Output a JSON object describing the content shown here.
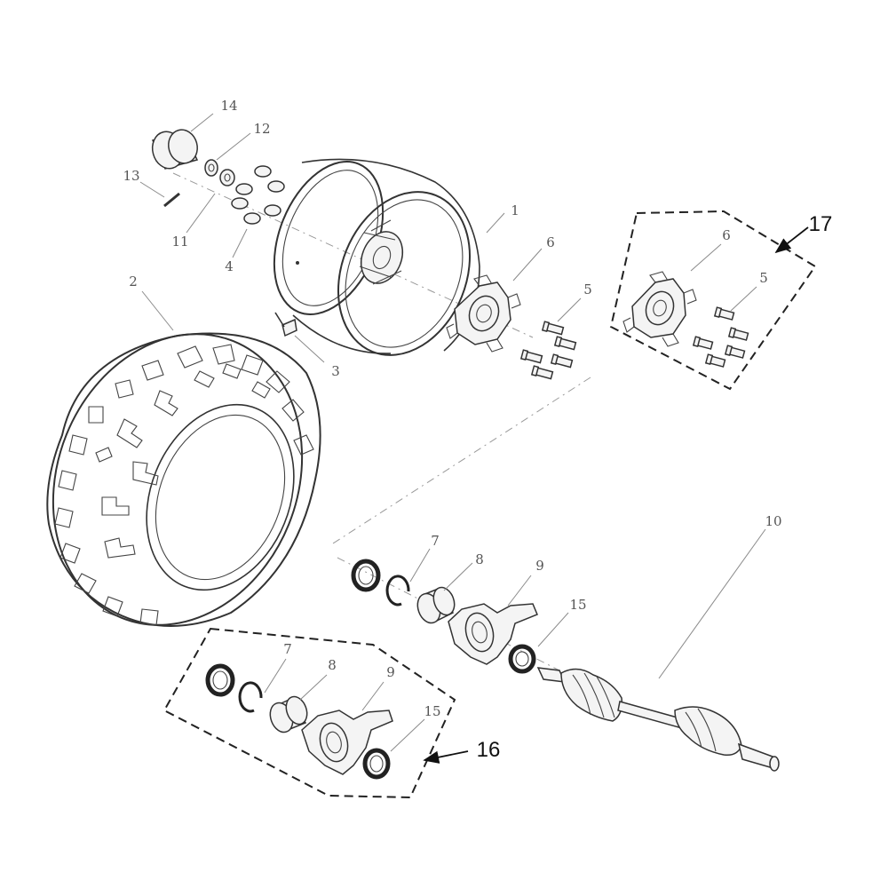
{
  "diagram": {
    "callouts": [
      {
        "id": "c1",
        "text": "1"
      },
      {
        "id": "c2",
        "text": "2"
      },
      {
        "id": "c3",
        "text": "3"
      },
      {
        "id": "c4",
        "text": "4"
      },
      {
        "id": "c5a",
        "text": "5"
      },
      {
        "id": "c5b",
        "text": "5"
      },
      {
        "id": "c6a",
        "text": "6"
      },
      {
        "id": "c6b",
        "text": "6"
      },
      {
        "id": "c7a",
        "text": "7"
      },
      {
        "id": "c7b",
        "text": "7"
      },
      {
        "id": "c8a",
        "text": "8"
      },
      {
        "id": "c8b",
        "text": "8"
      },
      {
        "id": "c9a",
        "text": "9"
      },
      {
        "id": "c9b",
        "text": "9"
      },
      {
        "id": "c10",
        "text": "10"
      },
      {
        "id": "c11",
        "text": "11"
      },
      {
        "id": "c12",
        "text": "12"
      },
      {
        "id": "c13",
        "text": "13"
      },
      {
        "id": "c14",
        "text": "14"
      },
      {
        "id": "c15a",
        "text": "15"
      },
      {
        "id": "c15b",
        "text": "15"
      }
    ],
    "kits": [
      {
        "id": "k16",
        "text": "16"
      },
      {
        "id": "k17",
        "text": "17"
      }
    ]
  }
}
